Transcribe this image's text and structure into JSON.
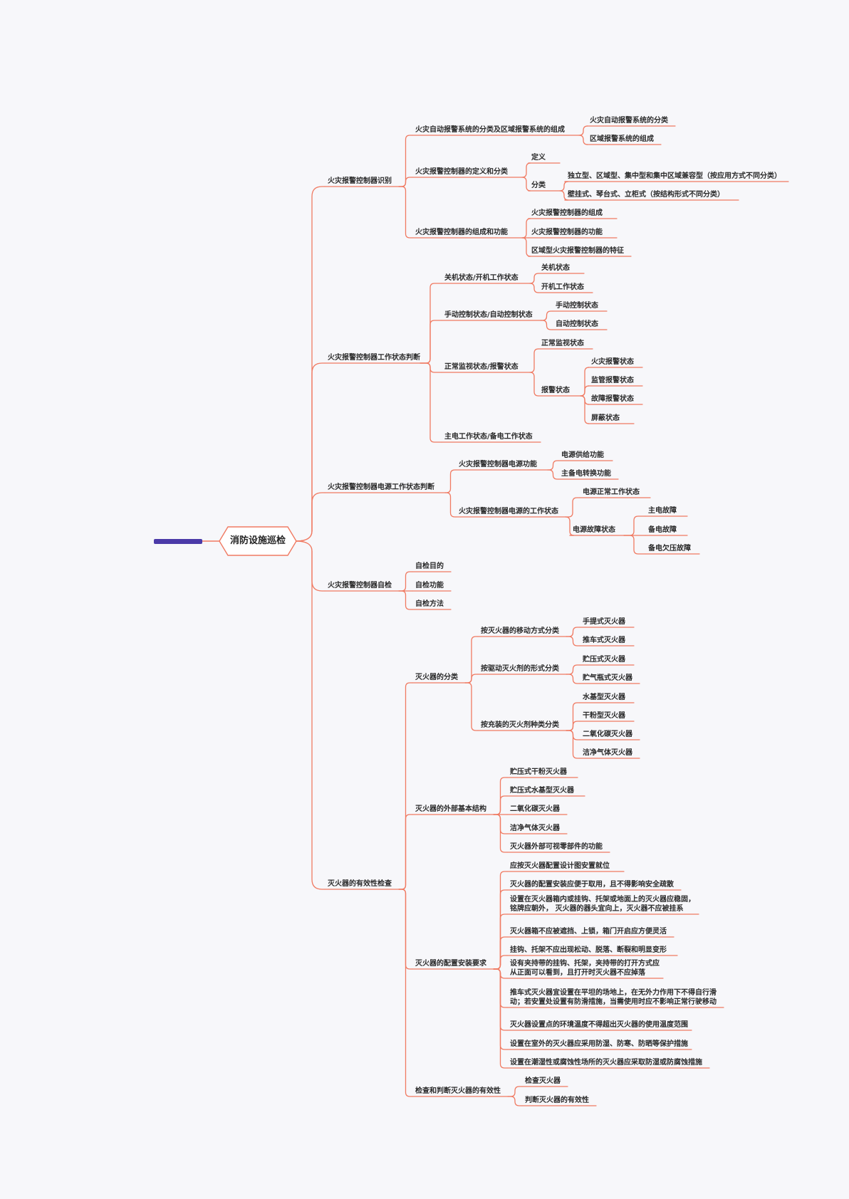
{
  "colors": {
    "line": "#f07a62",
    "root_border": "#f07a62",
    "accent_bar": "#4b3aa8",
    "text": "#2a2a2a",
    "background": "#f7f7fa"
  },
  "root": {
    "label": "消防设施巡检"
  },
  "branches": [
    {
      "label": "火灾报警控制器识别",
      "children": [
        {
          "label": "火灾自动报警系统的分类及区域报警系统的组成",
          "children": [
            {
              "label": "火灾自动报警系统的分类"
            },
            {
              "label": "区域报警系统的组成"
            }
          ]
        },
        {
          "label": "火灾报警控制器的定义和分类",
          "children": [
            {
              "label": "定义"
            },
            {
              "label": "分类",
              "children": [
                {
                  "label": "独立型、区域型、集中型和集中区域兼容型（按应用方式不同分类）"
                },
                {
                  "label": "壁挂式、琴台式、立柜式（按结构形式不同分类）"
                }
              ]
            }
          ]
        },
        {
          "label": "火灾报警控制器的组成和功能",
          "children": [
            {
              "label": "火灾报警控制器的组成"
            },
            {
              "label": "火灾报警控制器的功能"
            },
            {
              "label": "区域型火灾报警控制器的特征"
            }
          ]
        }
      ]
    },
    {
      "label": "火灾报警控制器工作状态判断",
      "children": [
        {
          "label": "关机状态/开机工作状态",
          "children": [
            {
              "label": "关机状态"
            },
            {
              "label": "开机工作状态"
            }
          ]
        },
        {
          "label": "手动控制状态/自动控制状态",
          "children": [
            {
              "label": "手动控制状态"
            },
            {
              "label": "自动控制状态"
            }
          ]
        },
        {
          "label": "正常监视状态/报警状态",
          "children": [
            {
              "label": "正常监视状态"
            },
            {
              "label": "报警状态",
              "children": [
                {
                  "label": "火灾报警状态"
                },
                {
                  "label": "监管报警状态"
                },
                {
                  "label": "故障报警状态"
                },
                {
                  "label": "屏蔽状态"
                }
              ]
            }
          ]
        },
        {
          "label": "主电工作状态/备电工作状态"
        }
      ]
    },
    {
      "label": "火灾报警控制器电源工作状态判断",
      "children": [
        {
          "label": "火灾报警控制器电源功能",
          "children": [
            {
              "label": "电源供给功能"
            },
            {
              "label": "主备电转换功能"
            }
          ]
        },
        {
          "label": "火灾报警控制器电源的工作状态",
          "children": [
            {
              "label": "电源正常工作状态"
            },
            {
              "label": "电源故障状态",
              "children": [
                {
                  "label": "主电故障"
                },
                {
                  "label": "备电故障"
                },
                {
                  "label": "备电欠压故障"
                }
              ]
            }
          ]
        }
      ]
    },
    {
      "label": "火灾报警控制器自检",
      "children": [
        {
          "label": "自检目的"
        },
        {
          "label": "自检功能"
        },
        {
          "label": "自检方法"
        }
      ]
    },
    {
      "label": "灭火器的有效性检查",
      "children": [
        {
          "label": "灭火器的分类",
          "children": [
            {
              "label": "按灭火器的移动方式分类",
              "children": [
                {
                  "label": "手提式灭火器"
                },
                {
                  "label": "推车式灭火器"
                }
              ]
            },
            {
              "label": "按驱动灭火剂的形式分类",
              "children": [
                {
                  "label": "贮压式灭火器"
                },
                {
                  "label": "贮气瓶式灭火器"
                }
              ]
            },
            {
              "label": "按充装的灭火剂种类分类",
              "children": [
                {
                  "label": "水基型灭火器"
                },
                {
                  "label": "干粉型灭火器"
                },
                {
                  "label": "二氧化碳灭火器"
                },
                {
                  "label": "洁净气体灭火器"
                }
              ]
            }
          ]
        },
        {
          "label": "灭火器的外部基本结构",
          "children": [
            {
              "label": "贮压式干粉灭火器"
            },
            {
              "label": "贮压式水基型灭火器"
            },
            {
              "label": "二氧化碳灭火器"
            },
            {
              "label": "洁净气体灭火器"
            },
            {
              "label": "灭火器外部可视零部件的功能"
            }
          ]
        },
        {
          "label": "灭火器的配置安装要求",
          "children": [
            {
              "label": "应按灭火器配置设计图安置就位"
            },
            {
              "label": "灭火器的配置安装应便于取用，且不得影响安全疏散"
            },
            {
              "label": "设置在灭火器箱内或挂钩、托架或地面上的灭火器应稳固，铭牌应朝外， 灭火器的器头宜向上，灭火器不应被挂系"
            },
            {
              "label": "灭火器箱不应被遮挡、上锁，箱门开启应方便灵活"
            },
            {
              "label": "挂钩、托架不应出现松动、脱落、断裂和明显变形"
            },
            {
              "label": "设有夹持带的挂钩、托架，夹持带的打开方式应从正面可以看到，且打开时灭火器不应掉落"
            },
            {
              "label": "推车式灭火器宜设置在平坦的场地上，在无外力作用下不得自行滑动；若安置处设置有防滑措施，当需使用时应不影响正常行驶移动"
            },
            {
              "label": "灭火器设置点的环境温度不得超出灭火器的使用温度范围"
            },
            {
              "label": "设置在室外的灭火器应采用防湿、防寒、防晒等保护措施"
            },
            {
              "label": "设置在潮湿性或腐蚀性场所的灭火器应采取防湿或防腐蚀措施"
            }
          ]
        },
        {
          "label": "检查和判断灭火器的有效性",
          "children": [
            {
              "label": "检查灭火器"
            },
            {
              "label": "判断灭火器的有效性"
            }
          ]
        }
      ]
    }
  ]
}
